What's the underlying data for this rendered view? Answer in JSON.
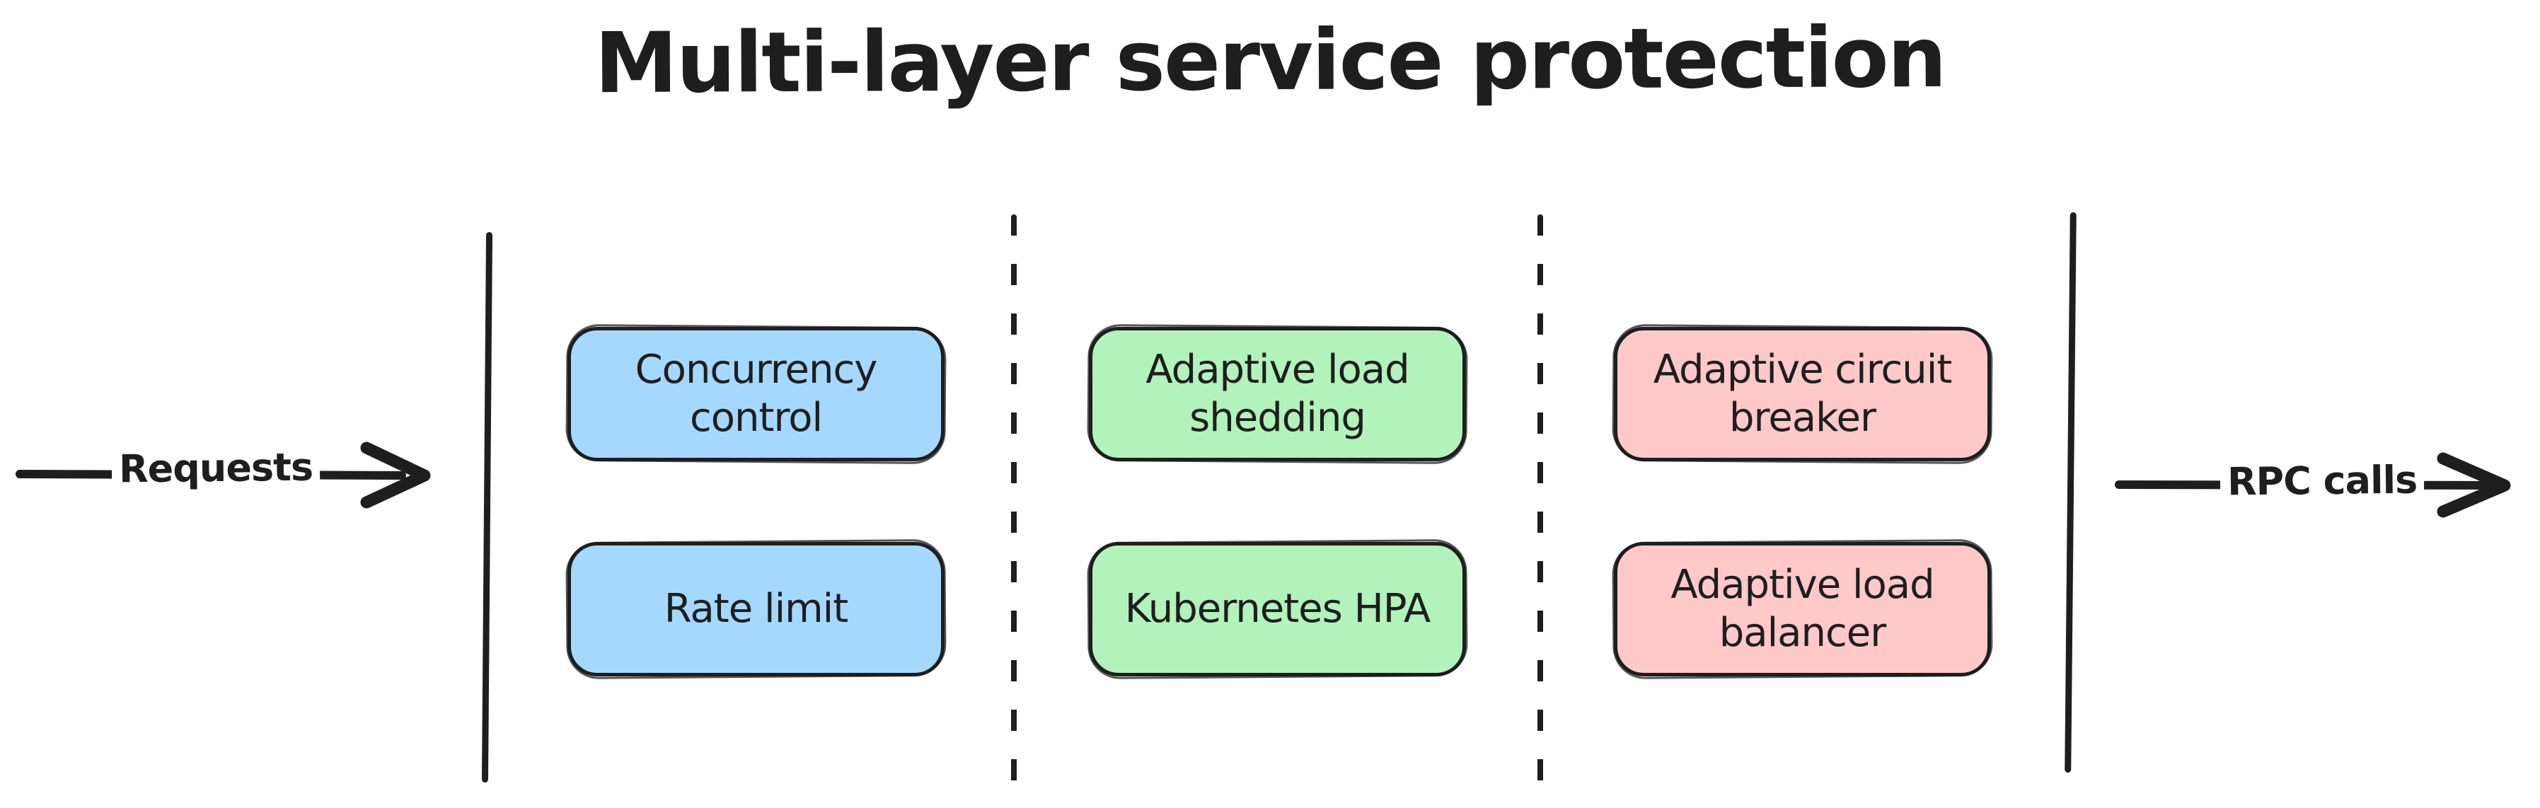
{
  "diagram": {
    "title": "Multi-layer service protection",
    "flow": {
      "input_label": "Requests",
      "output_label": "RPC calls"
    },
    "layers": [
      {
        "id": "layer-1",
        "boxes": [
          {
            "label": "Concurrency control",
            "fill": "#a5d8ff"
          },
          {
            "label": "Rate limit",
            "fill": "#a5d8ff"
          }
        ]
      },
      {
        "id": "layer-2",
        "boxes": [
          {
            "label": "Adaptive load shedding",
            "fill": "#b2f2bb"
          },
          {
            "label": "Kubernetes HPA",
            "fill": "#b2f2bb"
          }
        ]
      },
      {
        "id": "layer-3",
        "boxes": [
          {
            "label": "Adaptive circuit breaker",
            "fill": "#ffc9c9"
          },
          {
            "label": "Adaptive load balancer",
            "fill": "#ffc9c9"
          }
        ]
      }
    ],
    "colors": {
      "stroke": "#1e1e1e",
      "blue": "#a5d8ff",
      "green": "#b2f2bb",
      "red": "#ffc9c9",
      "background": "#ffffff"
    }
  }
}
